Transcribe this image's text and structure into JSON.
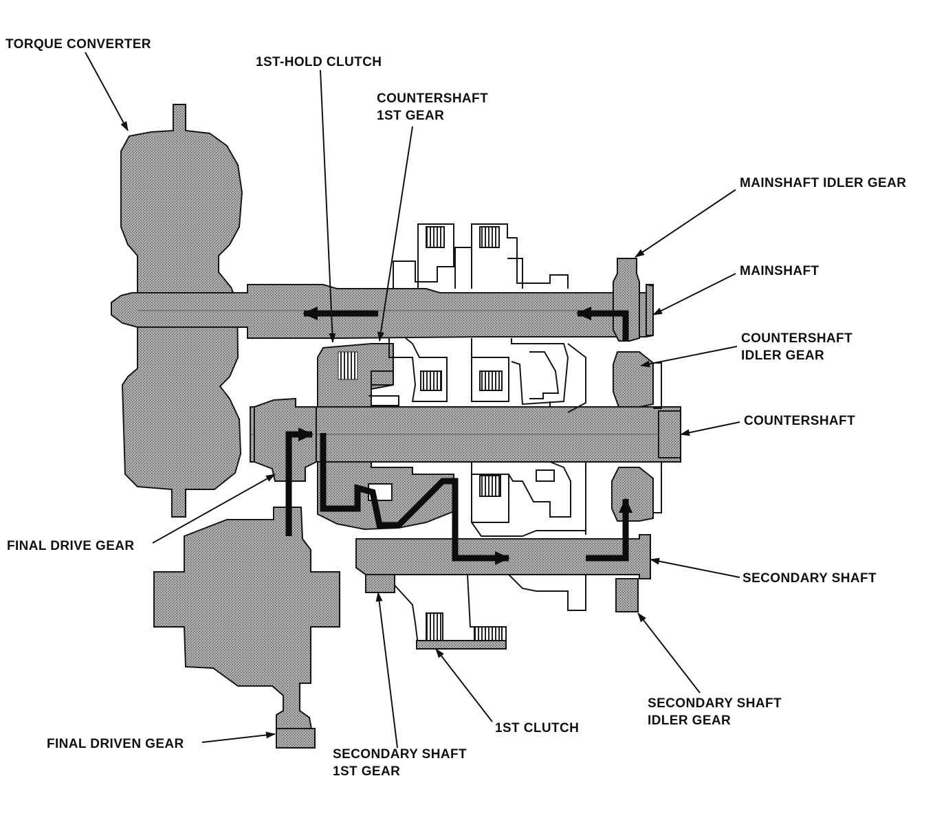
{
  "diagram": {
    "labels": {
      "torque_converter": "TORQUE CONVERTER",
      "first_hold_clutch": "1ST-HOLD CLUTCH",
      "countershaft_1st_gear_l1": "COUNTERSHAFT",
      "countershaft_1st_gear_l2": "1ST GEAR",
      "mainshaft_idler_gear": "MAINSHAFT IDLER GEAR",
      "mainshaft": "MAINSHAFT",
      "countershaft_idler_gear_l1": "COUNTERSHAFT",
      "countershaft_idler_gear_l2": "IDLER GEAR",
      "countershaft": "COUNTERSHAFT",
      "final_drive_gear": "FINAL DRIVE GEAR",
      "secondary_shaft": "SECONDARY SHAFT",
      "final_driven_gear": "FINAL DRIVEN GEAR",
      "secondary_shaft_1st_gear_l1": "SECONDARY SHAFT",
      "secondary_shaft_1st_gear_l2": "1ST GEAR",
      "first_clutch": "1ST CLUTCH",
      "secondary_shaft_idler_gear_l1": "SECONDARY SHAFT",
      "secondary_shaft_idler_gear_l2": "IDLER GEAR"
    },
    "colors": {
      "part_fill": "#9a9a9a",
      "outline": "#151515",
      "power_flow": "#0d0d0d",
      "text": "#111111"
    }
  }
}
